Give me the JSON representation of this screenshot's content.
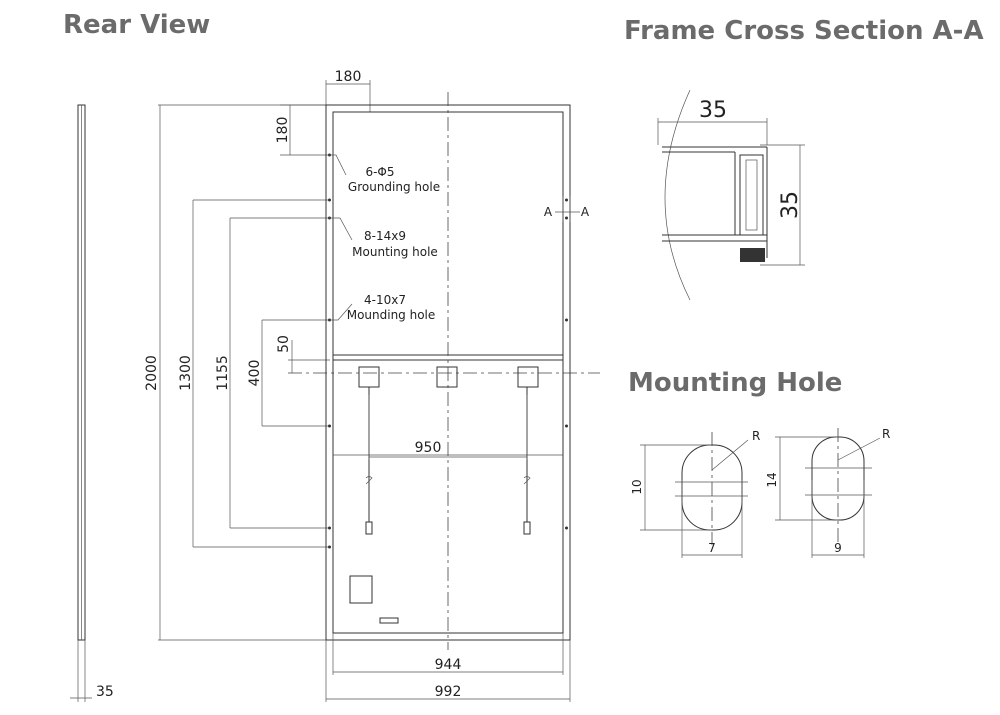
{
  "headings": {
    "rear_view": "Rear View",
    "frame_section": "Frame Cross Section A-A",
    "mounting_hole": "Mounting Hole"
  },
  "rear_view": {
    "dims": {
      "top_180": "180",
      "left_180": "180",
      "height_2000": "2000",
      "h_1300": "1300",
      "h_1155": "1155",
      "h_400": "400",
      "h_50": "50",
      "w_950": "950",
      "w_944": "944",
      "w_992": "992",
      "depth_35": "35"
    },
    "labels": {
      "grounding_spec": "6-Φ5",
      "grounding_name": "Grounding hole",
      "mount_14x9_spec": "8-14x9",
      "mount_14x9_name": "Mounting hole",
      "mount_10x7_spec": "4-10x7",
      "mount_10x7_name": "Mounding hole",
      "section_a_left": "A",
      "section_a_right": "A"
    }
  },
  "frame_section": {
    "width": "35",
    "height": "35"
  },
  "mounting_hole": {
    "small": {
      "height": "10",
      "width": "7",
      "radius": "R"
    },
    "large": {
      "height": "14",
      "width": "9",
      "radius": "R"
    }
  }
}
